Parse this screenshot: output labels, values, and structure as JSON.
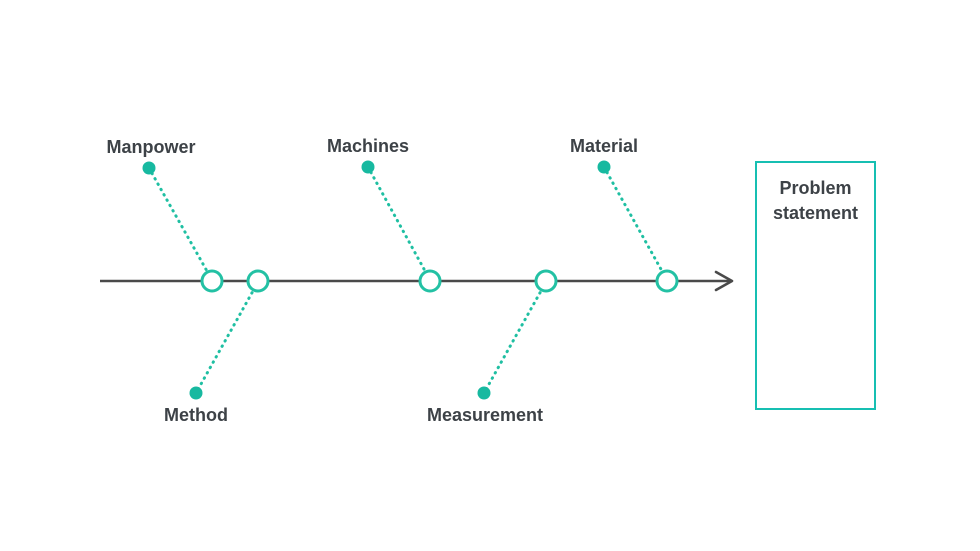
{
  "diagram": {
    "type": "fishbone",
    "branches": [
      {
        "label": "Manpower",
        "side": "top"
      },
      {
        "label": "Machines",
        "side": "top"
      },
      {
        "label": "Material",
        "side": "top"
      },
      {
        "label": "Method",
        "side": "bottom"
      },
      {
        "label": "Measurement",
        "side": "bottom"
      }
    ],
    "problem_box": {
      "label": "Problem statement"
    },
    "colors": {
      "accent_teal": "#1fbfa2",
      "node_stroke": "#23c1a4",
      "dot_fill": "#17b9a0",
      "box_border": "#17bfb2",
      "spine": "#4a4a4a",
      "label_text": "#3d4247",
      "background": "#ffffff"
    }
  }
}
